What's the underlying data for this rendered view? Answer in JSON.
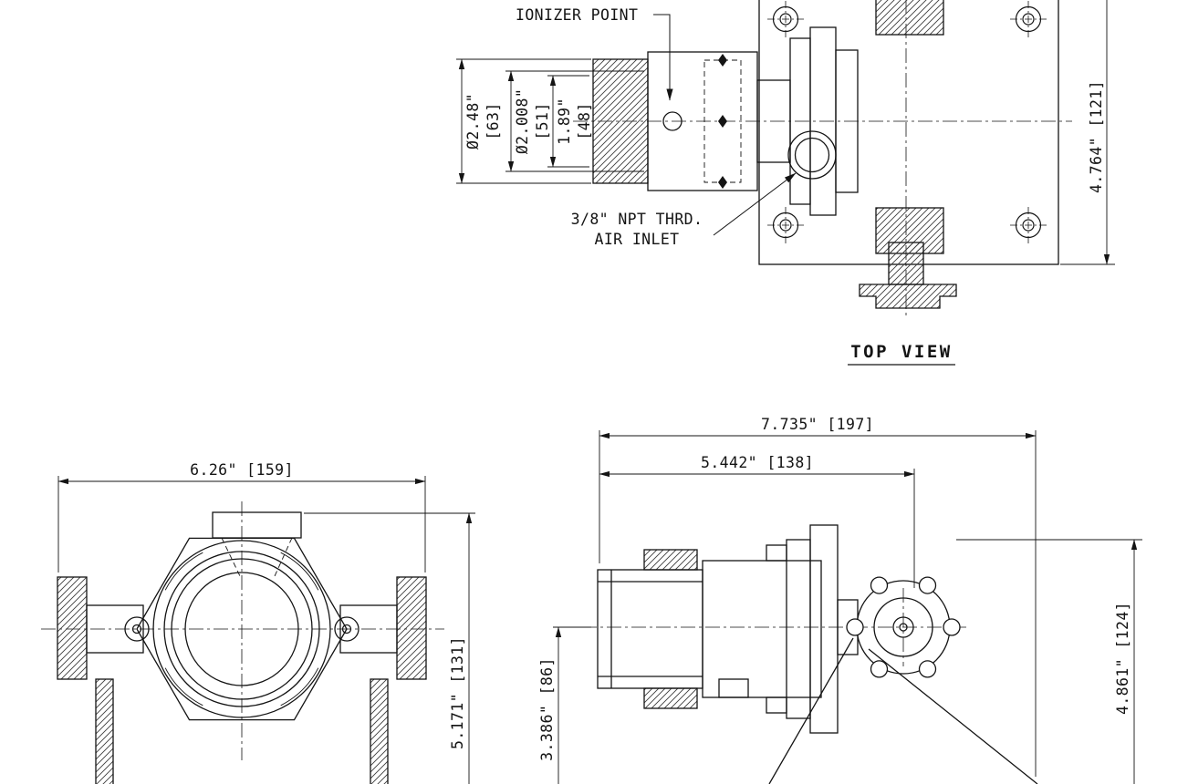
{
  "sheet": {
    "background": "#ffffff",
    "line_color": "#141414"
  },
  "top_view": {
    "title": "TOP VIEW",
    "labels": {
      "ionizer_point": "IONIZER POINT",
      "air_inlet_line1": "3/8\" NPT THRD.",
      "air_inlet_line2": "AIR INLET"
    },
    "dims": {
      "dia_outer_in": "Ø2.48\"",
      "dia_outer_mm": "[63]",
      "dia_inner_in": "Ø2.008\"",
      "dia_inner_mm": "[51]",
      "tip_len_in": "1.89\"",
      "tip_len_mm": "[48]",
      "plate_height": "4.764\" [121]"
    }
  },
  "front_view": {
    "dims": {
      "width": "6.26\" [159]",
      "height": "5.171\" [131]"
    }
  },
  "side_view": {
    "dims": {
      "overall_length": "7.735\" [197]",
      "body_length": "5.442\" [138]",
      "inlet_height": "3.386\" [86]",
      "overall_height": "4.861\" [124]"
    }
  }
}
